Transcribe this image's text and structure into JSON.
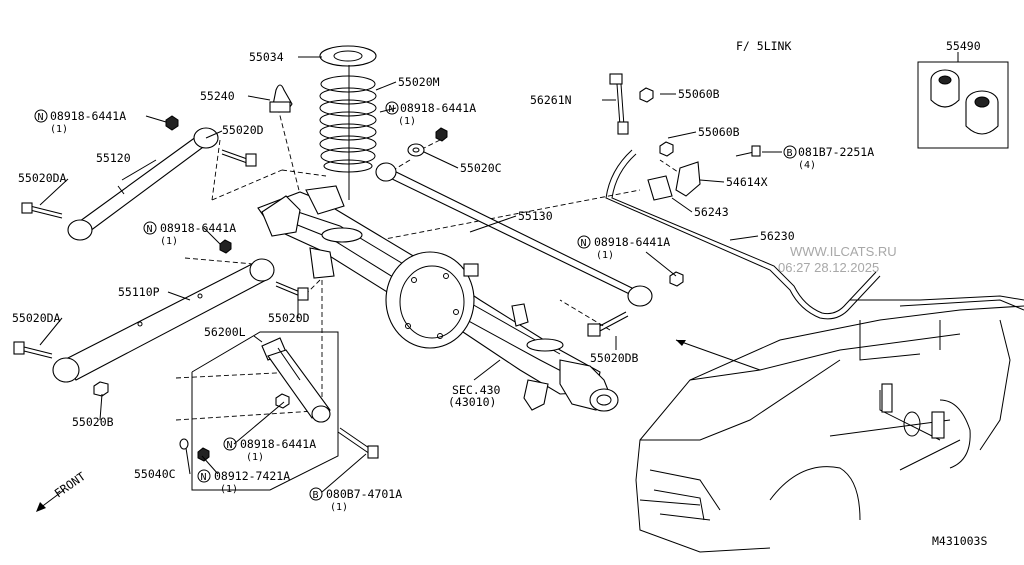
{
  "header": {
    "variant": "F/ 5LINK"
  },
  "parts": {
    "p55034": "55034",
    "p55240": "55240",
    "p55020M": "55020M",
    "n_spring": "08918-6441A",
    "n_spring_qty": "(1)",
    "n_top": "08918-6441A",
    "n_top_qty": "(1)",
    "p55020D_a": "55020D",
    "p55120": "55120",
    "p55020DA_a": "55020DA",
    "n_mid": "08918-6441A",
    "n_mid_qty": "(1)",
    "p55110P": "55110P",
    "p55020D_b": "55020D",
    "p55020DA_b": "55020DA",
    "p55020B": "55020B",
    "p55020C": "55020C",
    "p55130": "55130",
    "p56261N": "56261N",
    "p55060B_a": "55060B",
    "p55060B_b": "55060B",
    "b_081B7": "081B7-2251A",
    "b_081B7_qty": "(4)",
    "p54614X": "54614X",
    "p56243": "56243",
    "p56230": "56230",
    "n_right": "08918-6441A",
    "n_right_qty": "(1)",
    "p55020DB": "55020DB",
    "p55490": "55490",
    "p56200L": "56200L",
    "n_shock": "08918-6441A",
    "n_shock_qty": "(1)",
    "n_08912": "08912-7421A",
    "n_08912_qty": "(1)",
    "b_080B7": "080B7-4701A",
    "b_080B7_qty": "(1)",
    "p55040C": "55040C",
    "sec_label": "SEC.430",
    "sec_code": "(43010)",
    "front_label": "FRONT",
    "diagram_code": "M431003S"
  },
  "symbols": {
    "nut_prefix": "N",
    "bolt_prefix": "B"
  },
  "watermark": {
    "site": "WWW.ILCATS.RU",
    "timestamp": "06:27 28.12.2025"
  }
}
